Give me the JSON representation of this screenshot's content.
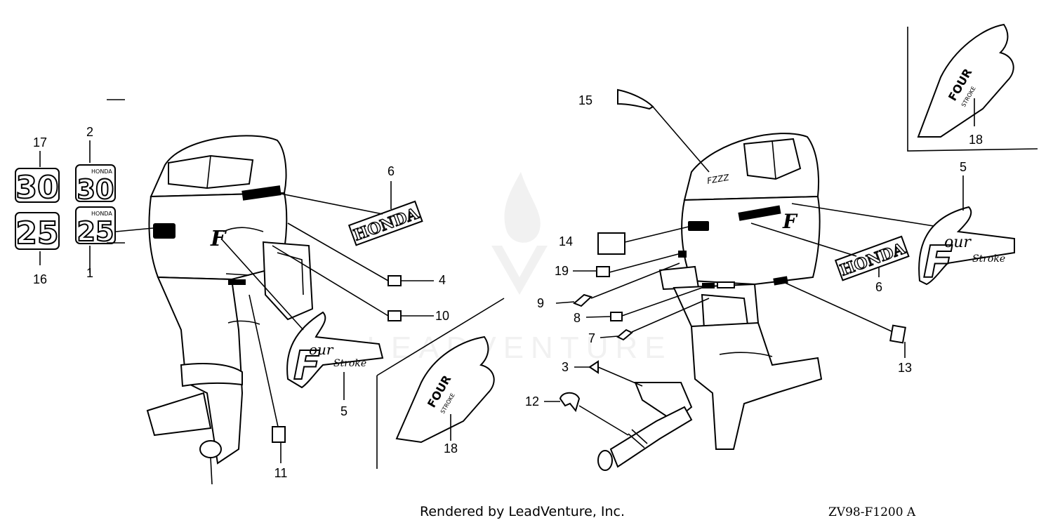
{
  "callouts": {
    "c1": "1",
    "c2": "2",
    "c3": "3",
    "c4": "4",
    "c5a": "5",
    "c5b": "5",
    "c6a": "6",
    "c6b": "6",
    "c7": "7",
    "c8": "8",
    "c9": "9",
    "c10": "10",
    "c11": "11",
    "c12": "12",
    "c13": "13",
    "c14": "14",
    "c15": "15",
    "c16": "16",
    "c17": "17",
    "c18a": "18",
    "c18b": "18",
    "c19": "19"
  },
  "emblems": {
    "honda_left": "HONDA",
    "honda_right": "HONDA",
    "num30": "30",
    "num30b": "30",
    "num25": "25",
    "num25b": "25",
    "four_stroke_a": "FOUR",
    "four_stroke_b": "FOUR",
    "stroke_a": "STROKE",
    "stroke_b": "STROKE",
    "f_a": "F",
    "f_b": "F",
    "our_a": "our",
    "our_b": "our",
    "stroke_script_a": "Stroke",
    "stroke_script_b": "Stroke",
    "mini_honda_30": "HONDA",
    "mini_honda_25": "HONDA"
  },
  "footer": {
    "credit": "Rendered by LeadVenture, Inc.",
    "code": "ZV98-F1200 A"
  },
  "watermark": "LEADVENTURE",
  "colors": {
    "line": "#000000",
    "background": "#ffffff",
    "watermark": "#e6e6e6"
  }
}
